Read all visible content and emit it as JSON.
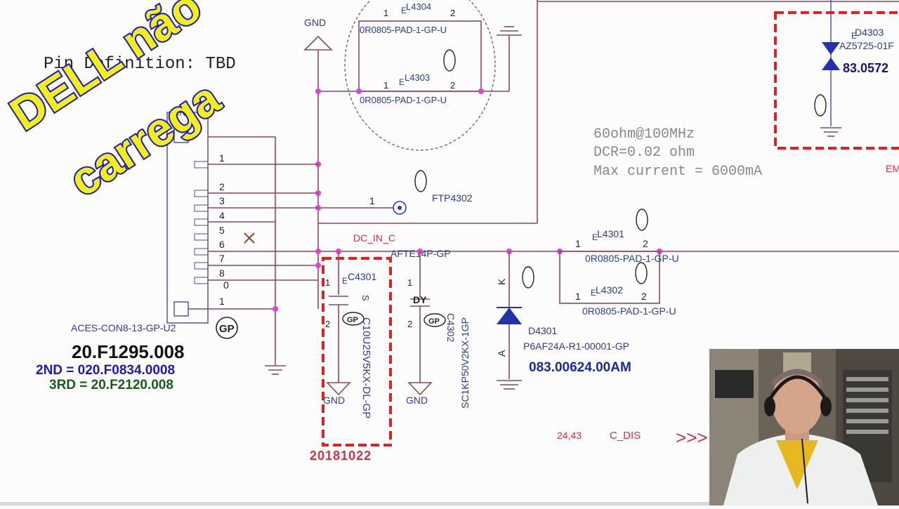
{
  "overlay": {
    "line1": "DELL não",
    "line2": "carrega"
  },
  "header": {
    "pin_definition": "Pin Definition: TBD"
  },
  "labels": {
    "gnd_top": "GND",
    "l4304": "L4304",
    "l4304_part": "0R0805-PAD-1-GP-U",
    "l4303": "L4303",
    "l4303_part": "0R0805-PAD-1-GP-U",
    "pin1": "1",
    "pin2": "2",
    "d4303": "D4303",
    "d4303_part": "AZ5725-01F",
    "d4303_code": "83.0572",
    "spec1": "60ohm@100MHz",
    "spec2": "DCR=0.02 ohm",
    "spec3": "Max current = 6000mA",
    "em": "EM",
    "ftp4302": "FTP4302",
    "con_pins": [
      "1",
      "2",
      "3",
      "4",
      "5",
      "6",
      "7",
      "8",
      "0",
      "1"
    ],
    "dc_in_c": "DC_IN_C",
    "afte14p": "AFTE14P-GP",
    "c4301": "C4301",
    "c4301_part": "C10U25V5KX-DL-GP",
    "c4302": "C4302",
    "c4302_part": "SC1KP50V2KX-1GP",
    "dy": "DY",
    "d4301": "D4301",
    "d4301_part": "P6AF24A-R1-00001-GP",
    "d4301_code": "083.00624.00AM",
    "l4301": "L4301",
    "l4301_part": "0R0805-PAD-1-GP-U",
    "l4302": "L4302",
    "l4302_part": "0R0805-PAD-1-GP-U",
    "connector": "ACES-CON8-13-GP-U2",
    "code_main": "20.F1295.008",
    "code_2nd": "2ND = 020.F0834.0008",
    "code_3rd": "3RD = 20.F2120.008",
    "date_code": "20181022",
    "gnd_a": "GND",
    "gnd_b": "GND",
    "pg_ref": "24,43",
    "c_dis": "C_DIS",
    "k": "K",
    "a": "A",
    "s": "S",
    "gp": "GP",
    "cn_tag": "CN",
    "e": "E"
  },
  "colors": {
    "overlay_fill": "#f2ee1e",
    "overlay_stroke": "#1a1ab0",
    "dash_red": "#dd2222"
  }
}
